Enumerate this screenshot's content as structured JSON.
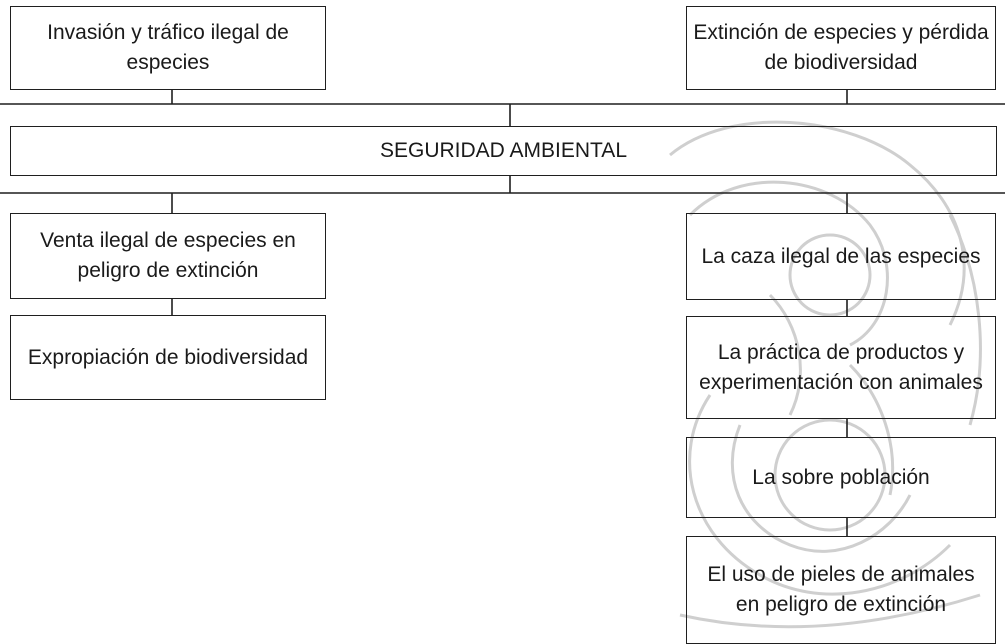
{
  "diagram": {
    "top_left": "Invasión y tráfico ilegal de especies",
    "top_right": "Extinción de especies y pérdida de biodiversidad",
    "center": "SEGURIDAD AMBIENTAL",
    "left_items": [
      "Venta ilegal de especies en peligro de extinción",
      "Expropiación de biodiversidad"
    ],
    "right_items": [
      "La caza ilegal de las especies",
      "La práctica de productos y experimentación con animales",
      "La sobre población",
      "El uso de pieles de animales en peligro de extinción"
    ]
  },
  "colors": {
    "line": "#1f1f1f",
    "text": "#1a1a1a",
    "watermark": "#c8c8c8"
  }
}
